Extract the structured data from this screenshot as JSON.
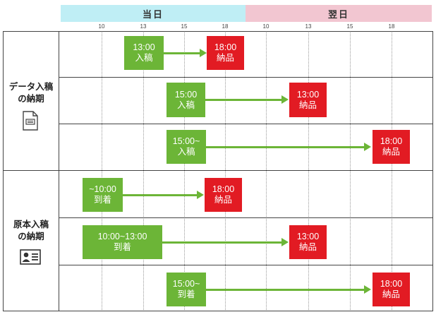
{
  "header": {
    "today": "当日",
    "next_day": "翌日"
  },
  "ticks": [
    "10",
    "13",
    "15",
    "18",
    "10",
    "13",
    "15",
    "18"
  ],
  "sections": [
    {
      "title_line1": "データ入稿",
      "title_line2": "の納期",
      "icon": "document-icon"
    },
    {
      "title_line1": "原本入稿",
      "title_line2": "の納期",
      "icon": "id-card-icon"
    }
  ],
  "rows": [
    {
      "start_line1": "13:00",
      "start_line2": "入稿",
      "end_line1": "18:00",
      "end_line2": "納品"
    },
    {
      "start_line1": "15:00",
      "start_line2": "入稿",
      "end_line1": "13:00",
      "end_line2": "納品"
    },
    {
      "start_line1": "15:00~",
      "start_line2": "入稿",
      "end_line1": "18:00",
      "end_line2": "納品"
    },
    {
      "start_line1": "~10:00",
      "start_line2": "到着",
      "end_line1": "18:00",
      "end_line2": "納品"
    },
    {
      "start_line1": "10:00~13:00",
      "start_line2": "到着",
      "end_line1": "13:00",
      "end_line2": "納品"
    },
    {
      "start_line1": "15:00~",
      "start_line2": "到着",
      "end_line1": "18:00",
      "end_line2": "納品"
    }
  ],
  "colors": {
    "start_box": "#6cb537",
    "end_box": "#e21b23",
    "today_header": "#bfeef5",
    "next_header": "#f2c6d1"
  }
}
